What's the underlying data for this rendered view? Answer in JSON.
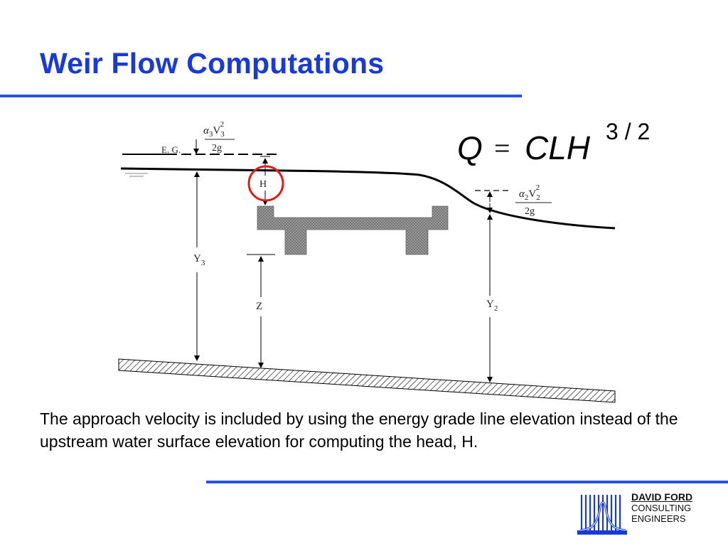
{
  "slide": {
    "title": "Weir Flow Computations",
    "caption": "The approach velocity is included by using the energy grade line elevation instead of the upstream water surface elevation for computing the head, H."
  },
  "formula": {
    "lhs": "Q",
    "equals": "=",
    "rhs": "CLH",
    "exponent": "3 / 2"
  },
  "diagram": {
    "labels": {
      "eg": "E. G.",
      "head": "H",
      "upstream_depth": "Y",
      "upstream_sub": "3",
      "weir_height": "Z",
      "downstream_depth": "Y",
      "downstream_sub": "2"
    },
    "upstream_velocity_head": {
      "coef": "α",
      "coef_sub": "3",
      "var": "V",
      "var_sub": "3",
      "sup": "2",
      "denominator": "2g"
    },
    "downstream_velocity_head": {
      "coef": "α",
      "coef_sub": "2",
      "var": "V",
      "var_sub": "2",
      "sup": "2",
      "denominator": "2g"
    },
    "colors": {
      "highlight": "#e01b1b",
      "weir_fill": "#8a8a8a",
      "line": "#000000"
    }
  },
  "logo": {
    "line1": "DAVID FORD",
    "line2": "CONSULTING",
    "line3": "ENGINEERS",
    "color": "#1a3ad6"
  }
}
